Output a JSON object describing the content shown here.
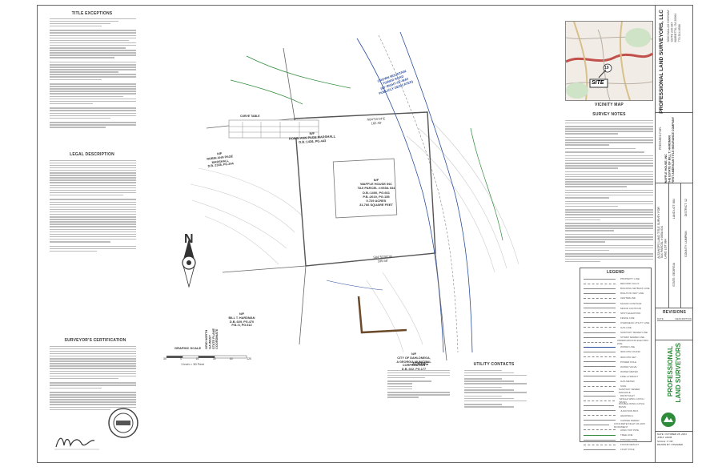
{
  "sections": {
    "title_exceptions": "TITLE EXCEPTIONS",
    "legal_description": "LEGAL DESCRIPTION",
    "surveyors_certification": "SURVEYOR'S CERTIFICATION",
    "zoning": "ZONING",
    "utility_contacts": "UTILITY CONTACTS",
    "vicinity_map": "VICINITY MAP",
    "survey_notes": "SURVEY NOTES",
    "legend": "LEGEND",
    "curve_table": "CURVE TABLE",
    "revisions": "REVISIONS"
  },
  "plan": {
    "subject_parcel": [
      "N/F",
      "WAFFLE HOUSE INC",
      "TAX PARCEL #:065A 034",
      "D.B.:1400, PG.661",
      "P.B.:2019, PG.155",
      "0.729 ACRES",
      "31,766 SQUARE FEET"
    ],
    "north_owner": [
      "N/F",
      "ROBIN ANN PAGE MARSHALL",
      "D.B.:1436, PG.443"
    ],
    "west_owner": [
      "N/F",
      "ROBIN ANN PAGE",
      "MARSHALL",
      "D.B.:1335, PG.244"
    ],
    "south_owner": [
      "N/F",
      "BILL T. HARDMAN",
      "D.B.:029, PG.470",
      "P.B.:5, PG.513"
    ],
    "city_owner": [
      "N/F",
      "CITY OF DAHLONEGA,",
      "A GEORGIA MUNICIPAL",
      "CORPORATION",
      "D.B.:022, PG.177"
    ],
    "road_name": [
      "CROWN MOUNTAIN",
      "TOWER ROAD",
      "(60' RIGHT-OF-WAY",
      "PUBLICLY DEDICATED)"
    ],
    "bearing_top": [
      "N84°53'24\"E",
      "182.48'"
    ],
    "bearing_bottom": [
      "S84°53'50\"W",
      "185.58'"
    ],
    "north_arrow": "N",
    "grid_north": [
      "GRID NORTH",
      "GA WEST",
      "STATE PLANE",
      "COORDINATE"
    ],
    "scale_title": "GRAPHIC SCALE",
    "scale_ticks": [
      "30",
      "0",
      "15",
      "30",
      "60",
      "120"
    ],
    "scale_note": "1 inch = 30 Feet"
  },
  "vicinity": {
    "site_label": "SITE",
    "route": "19"
  },
  "title_block": {
    "firm": "PROFESSIONAL LAND SURVEYORS, LLC",
    "firm_lines": [
      "3600 DALLAS HIGHWAY",
      "SUITE 230-384",
      "MARIETTA, GA 30064",
      "770-514-8586"
    ],
    "prepared_for": "PREPARED FOR:",
    "client": [
      "WAFFLE HOUSE, INC",
      "THE ESTATE OF BILL T. HARDMAN",
      "FIRST AMERICAN TITLE INSURANCE COMPANY"
    ],
    "project": [
      "ALTA/NSPS LAND TITLE SURVEY FOR",
      "TAX PARCEL #:065A 034",
      "LAND LOT 884"
    ],
    "state": "STATE: GEORGIA",
    "county": "COUNTY: LUMPKIN",
    "district": "DISTRICT: 12",
    "land_lot": "LAND LOT: 884",
    "revisions_cols": [
      "DATE",
      "DESCRIPTION"
    ],
    "logo_top": "PROFESSIONAL",
    "logo_bottom": "LAND SURVEYORS",
    "date": "DATE: OCTOBER 28, 2024",
    "job": "JOB #: 24038",
    "scale": "SCALE: 1\"=30'",
    "drawn": "DRAWN BY: NTEAMED"
  },
  "legend_items": [
    "PROPERTY LINE",
    "RECORD CALLS",
    "BUILDING SETBACK LINE",
    "RIGHT-OF-WAY LINE",
    "CENTERLINE",
    "MAJOR CONTOUR",
    "MINOR CONTOUR",
    "SPOT ELEVATION",
    "FENCE LINE",
    "OVERHEAD UTILITY LINE",
    "GAS LINE",
    "SANITARY SEWER LINE",
    "STORM SEWER LINE",
    "UNDERGROUND ELECTRIC LINE",
    "WATER LINE",
    "IRON PIN FOUND",
    "IRON PIN SET",
    "POWER POLE",
    "WATER VALVE",
    "WATER METER",
    "FIRE HYDRANT",
    "GAS METER",
    "SIGN",
    "SANITARY SEWER MANHOLE",
    "DROP INLET",
    "SINGLE WING CATCH BASIN",
    "DOUBLE WING CATCH BASIN",
    "JUNCTION BOX",
    "HEADWALL",
    "CAPPED REBAR",
    "CONCRETE RIGHT-OF-WAY MONUMENT",
    "OPEN TOP PIPE",
    "TREE LINE",
    "PINCHED PIPE",
    "FOUND RESULT",
    "LIGHT POLE"
  ],
  "colors": {
    "line": "#555555",
    "blue": "#2b4f9e",
    "green": "#2e8b3a",
    "brown": "#6b4a2a",
    "faint": "#bbbbbb"
  }
}
